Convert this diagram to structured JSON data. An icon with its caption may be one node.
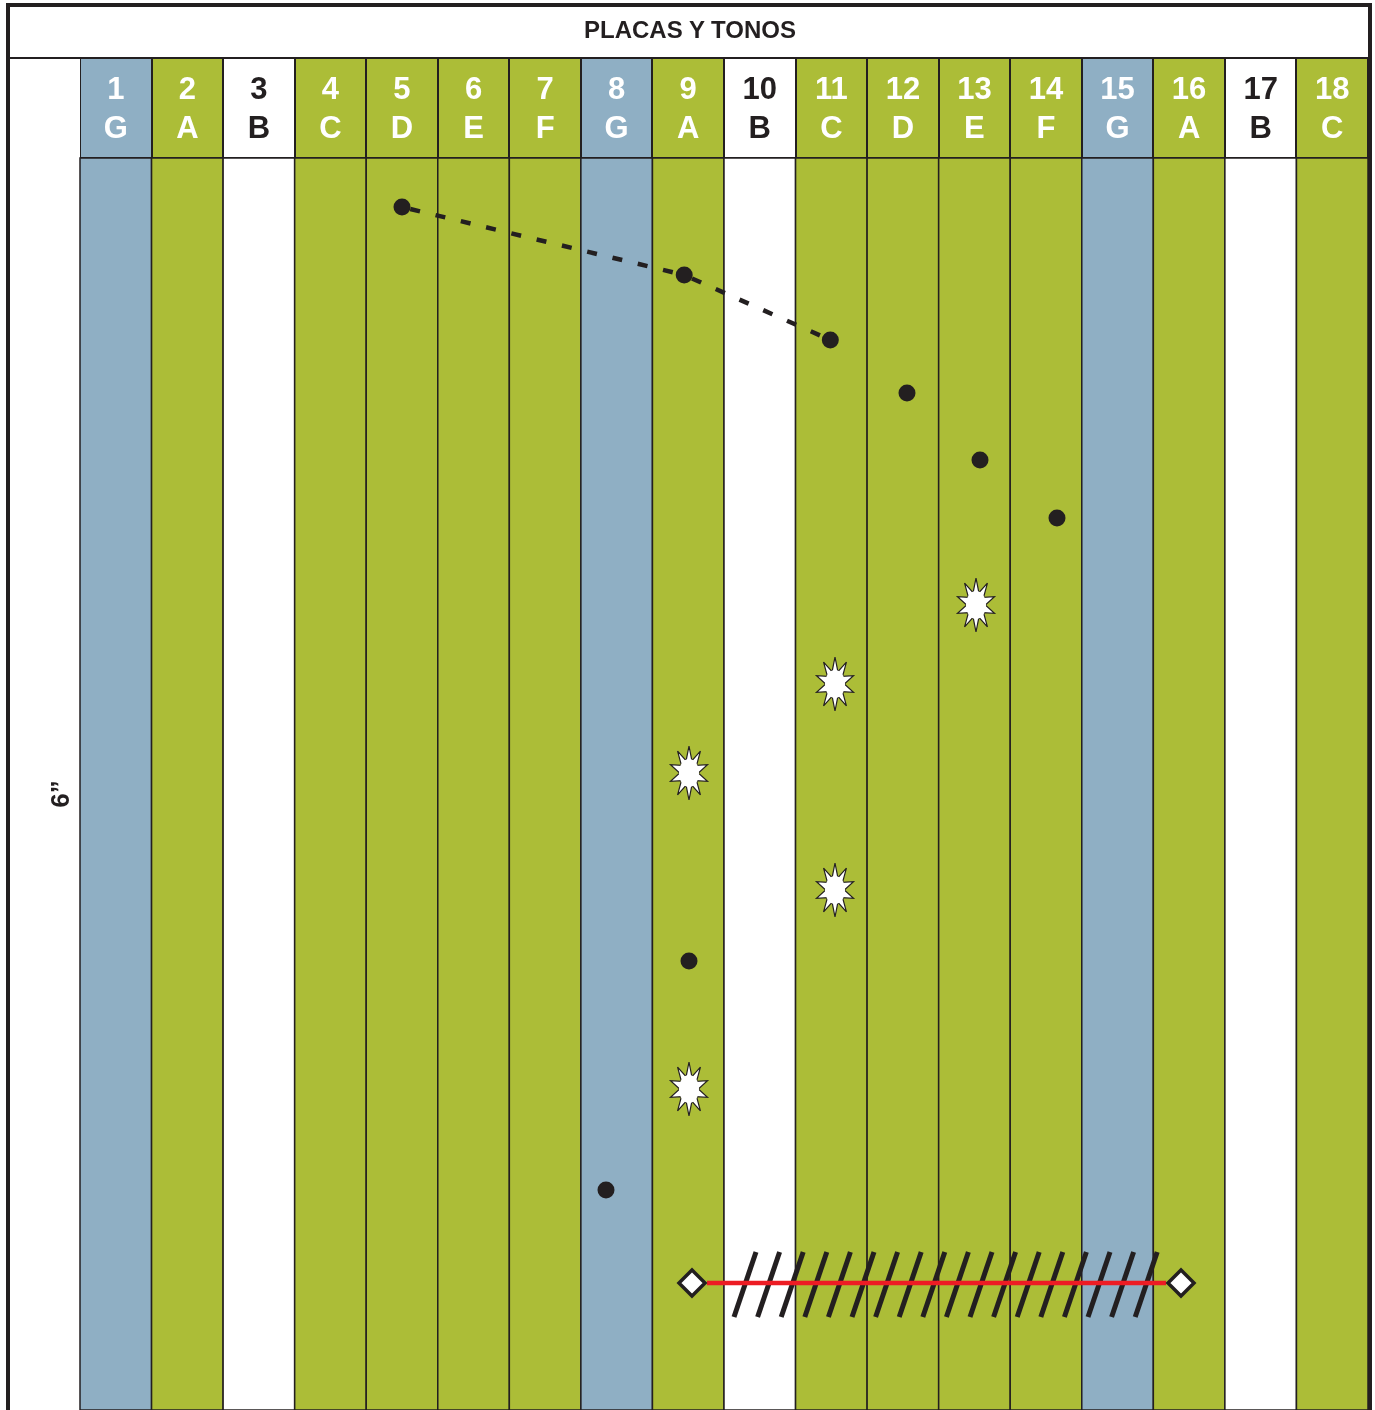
{
  "diagram": {
    "title": "PLACAS Y TONOS",
    "nodes": [
      {
        "text": [
          "1",
          "G"
        ]
      },
      {
        "text": [
          "2",
          "A"
        ]
      },
      {
        "text": [
          "3",
          "B"
        ]
      },
      {
        "text": [
          "4",
          "C"
        ]
      },
      {
        "text": [
          "5",
          "D"
        ]
      },
      {
        "text": [
          "6",
          "E"
        ]
      },
      {
        "text": [
          "7",
          "F"
        ]
      },
      {
        "text": [
          "8",
          "G"
        ]
      },
      {
        "text": [
          "9",
          "A"
        ]
      },
      {
        "text": [
          "10",
          "B"
        ]
      },
      {
        "text": [
          "11",
          "C"
        ]
      },
      {
        "text": [
          "12",
          "D"
        ]
      },
      {
        "text": [
          "13",
          "E"
        ]
      },
      {
        "text": [
          "14",
          "F"
        ]
      },
      {
        "text": [
          "15",
          "G"
        ]
      },
      {
        "text": [
          "16",
          "A"
        ]
      },
      {
        "text": [
          "17",
          "B"
        ]
      },
      {
        "text": [
          "18",
          "C"
        ]
      },
      {
        "text": [],
        "shape": "circle"
      },
      {
        "text": [],
        "shape": "circle"
      },
      {
        "text": [],
        "shape": "circle"
      },
      {
        "text": [],
        "shape": "diamond"
      },
      {
        "text": [],
        "shape": "diamond"
      },
      {
        "text": [],
        "shape": "circle"
      },
      {
        "text": [],
        "shape": "circle"
      },
      {
        "text": [],
        "shape": "circle"
      },
      {
        "text": [],
        "shape": "circle"
      },
      {
        "text": [],
        "shape": "circle"
      },
      {
        "text": [],
        "shape": "star"
      },
      {
        "text": [],
        "shape": "star"
      },
      {
        "text": [],
        "shape": "star"
      },
      {
        "text": [],
        "shape": "star"
      },
      {
        "text": [],
        "shape": "star"
      }
    ],
    "edges": [
      {
        "from": 18,
        "to": 19,
        "arrow": "none",
        "style": "dashed"
      },
      {
        "from": 19,
        "to": 20,
        "arrow": "none",
        "style": "dashed"
      },
      {
        "from": 21,
        "to": 22,
        "arrow": "none",
        "color": "#ed1c24"
      }
    ],
    "labels": [
      "6”"
    ]
  }
}
